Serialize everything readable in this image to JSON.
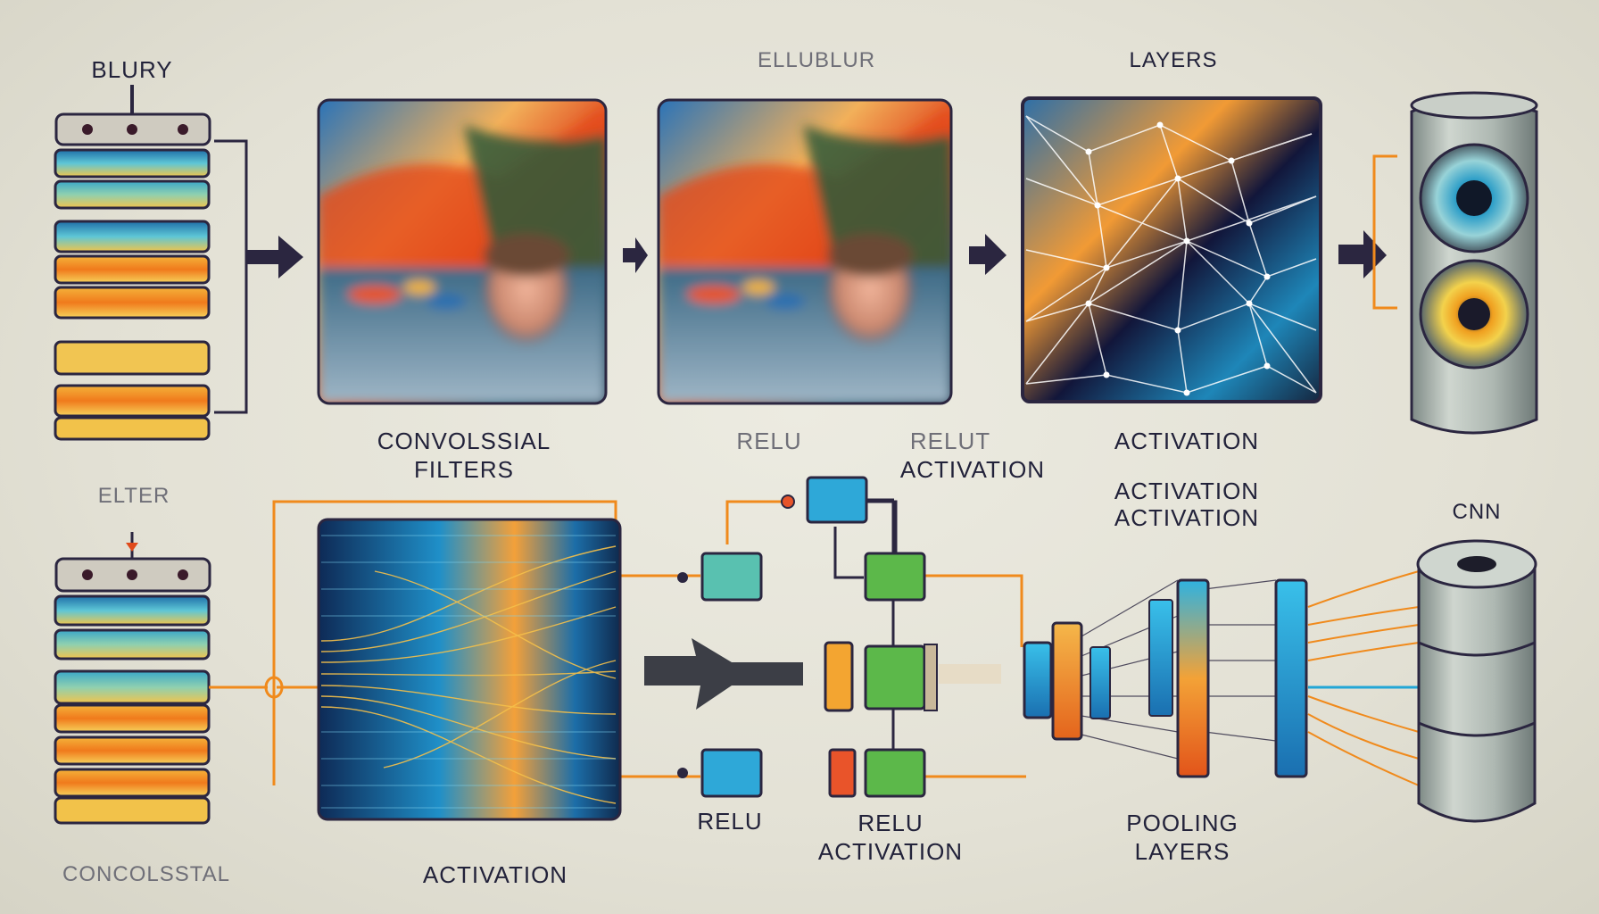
{
  "labels": {
    "top_blury": "BLURY",
    "top_blur": "ЕLLUBLUR",
    "top_layers": "LAYERS",
    "conv_filters_line1": "CONVOLSSIAL",
    "conv_filters_line2": "FILTERS",
    "relu_top": "RELU",
    "relu_activation_top_line1": "RELUT",
    "relu_activation_top_line2": "ACTIVATION",
    "activation_right": "ACTIVATION",
    "activation_right_2": "ACTIVATION",
    "activation_right_3": "ACTIVATION",
    "filter_left": "ELTER",
    "cnn": "CNN",
    "relu_bottom": "RELU",
    "relu_activation_bottom_line1": "RELU",
    "relu_activation_bottom_line2": "ACTIVATION",
    "pooling_line1": "POOLING",
    "pooling_line2": "LAYERS",
    "concolsstal": "CONCOLSSTAL",
    "activation_bottom": "ACTIVATION"
  },
  "colors": {
    "background": "#e6e4d8",
    "outline": "#2b2640",
    "accent_orange": "#f08a1c",
    "accent_blue": "#22a6d6",
    "accent_green": "#5cb84a",
    "accent_teal": "#3fb0c8"
  }
}
